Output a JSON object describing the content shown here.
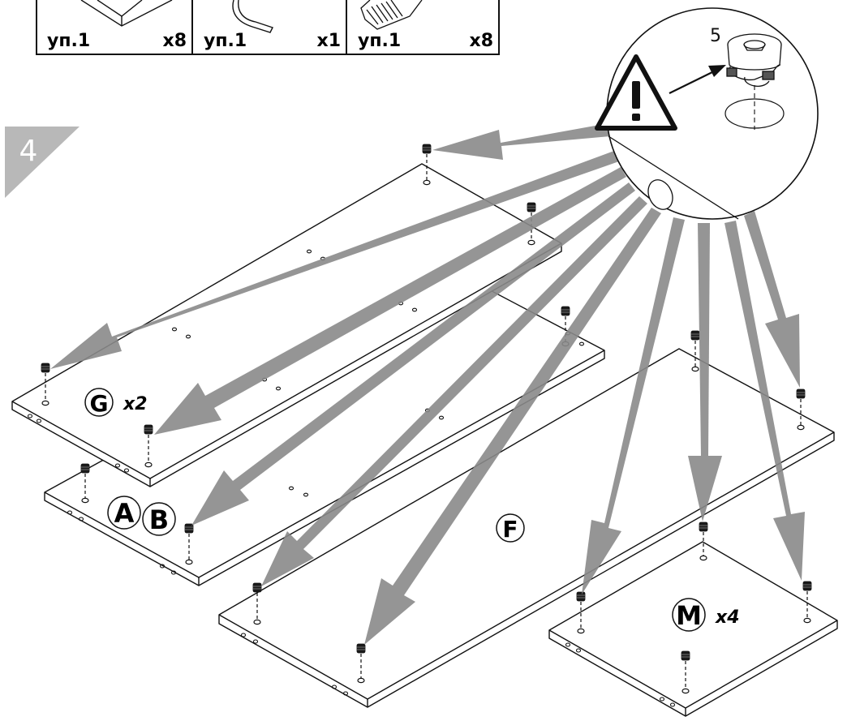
{
  "parts_table": {
    "cells": [
      {
        "pack": "уп.1",
        "qty": "x8"
      },
      {
        "pack": "уп.1",
        "qty": "x1"
      },
      {
        "pack": "уп.1",
        "qty": "x8"
      }
    ]
  },
  "step": {
    "number": "4"
  },
  "callout": {
    "part_number": "5"
  },
  "panels": [
    {
      "letter": "G",
      "count": "x2"
    },
    {
      "letter": "A",
      "count": ""
    },
    {
      "letter": "B",
      "count": ""
    },
    {
      "letter": "F",
      "count": ""
    },
    {
      "letter": "M",
      "count": "x4"
    }
  ],
  "colors": {
    "arrow": "#8a8a8a",
    "step_tab": "#b8b8b8",
    "line": "#111111",
    "cam": "#1a1a1a"
  },
  "icons": [
    "warning-triangle-icon",
    "cam-lock-fitting-icon",
    "allen-key-icon",
    "wooden-dowel-icon",
    "cam-bolt-icon"
  ]
}
